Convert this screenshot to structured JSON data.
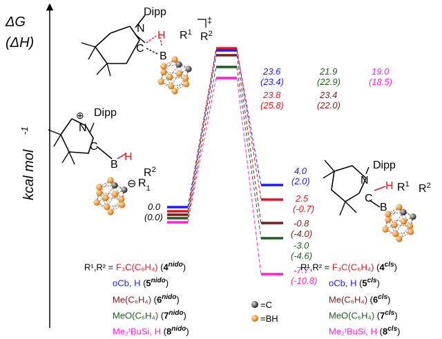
{
  "axis": {
    "dg_label": "ΔG",
    "dh_label": "(ΔH)",
    "unit_label": "kcal mol",
    "unit_exp": "-1"
  },
  "transition_state_mark": "‡",
  "atoms": {
    "dipp": "Dipp",
    "n": "N",
    "c": "C",
    "b": "B",
    "h": "H",
    "r1": "R",
    "r1_sup": "1",
    "r2": "R",
    "r2_sup": "2",
    "plus": "⊕",
    "minus": "⊖"
  },
  "colors": {
    "blue": "#1a1aff",
    "red": "#e8141c",
    "dark_red": "#7a1c1c",
    "green": "#1f5c1f",
    "magenta": "#ff1ed2",
    "boron": "#f5a045",
    "carbon": "#555555"
  },
  "energies": {
    "start": {
      "dg": "0.0",
      "dh": "(0.0)"
    },
    "ts": [
      {
        "series": "5",
        "color": "blue",
        "dg": "23.6",
        "dh": "(23.4)"
      },
      {
        "series": "7",
        "color": "green",
        "dg": "21.9",
        "dh": "(22.9)"
      },
      {
        "series": "8",
        "color": "magenta",
        "dg": "19.0",
        "dh": "(18.5)"
      },
      {
        "series": "4",
        "color": "red",
        "dg": "23.8",
        "dh": "(25.8)"
      },
      {
        "series": "6",
        "color": "dark_red",
        "dg": "23.4",
        "dh": "(22.0)"
      }
    ],
    "products": [
      {
        "series": "5",
        "color": "blue",
        "dg": "4.0",
        "dh": "(2.0)"
      },
      {
        "series": "4",
        "color": "red",
        "dg": "2.5",
        "dh": "(-0.7)"
      },
      {
        "series": "6",
        "color": "dark_red",
        "dg": "-0.8",
        "dh": "(-4.0)"
      },
      {
        "series": "7",
        "color": "green",
        "dg": "-3.0",
        "dh": "(-4.6)"
      },
      {
        "series": "8",
        "color": "magenta",
        "dg": "-7.7",
        "dh": "(-10.8)"
      }
    ]
  },
  "legend_nido": {
    "prefix": "R¹,R² = ",
    "items": [
      {
        "color": "red",
        "text": "F₃C(C₆H₄)",
        "num": "4",
        "tag": "nido"
      },
      {
        "color": "blue",
        "text": "oCb, H",
        "num": "5",
        "tag": "nido"
      },
      {
        "color": "dark_red",
        "text": "Me(C₆H₄)",
        "num": "6",
        "tag": "nido"
      },
      {
        "color": "green",
        "text": "MeO(C₆H₄)",
        "num": "7",
        "tag": "nido"
      },
      {
        "color": "magenta",
        "text": "Me₂ᵗBuSi, H",
        "num": "8",
        "tag": "nido"
      }
    ]
  },
  "legend_closo": {
    "prefix": "R¹,R² = ",
    "items": [
      {
        "color": "red",
        "text": "F₃C(C₆H₄)",
        "num": "4",
        "tag": "cls"
      },
      {
        "color": "blue",
        "text": "oCb, H",
        "num": "5",
        "tag": "cls"
      },
      {
        "color": "dark_red",
        "text": "Me(C₆H₄)",
        "num": "6",
        "tag": "cls"
      },
      {
        "color": "green",
        "text": "MeO(C₆H₄)",
        "num": "7",
        "tag": "cls"
      },
      {
        "color": "magenta",
        "text": "Me₂ᵗBuSi, H",
        "num": "8",
        "tag": "cls"
      }
    ]
  },
  "atom_key": {
    "c": "=C",
    "bh": "=BH"
  }
}
